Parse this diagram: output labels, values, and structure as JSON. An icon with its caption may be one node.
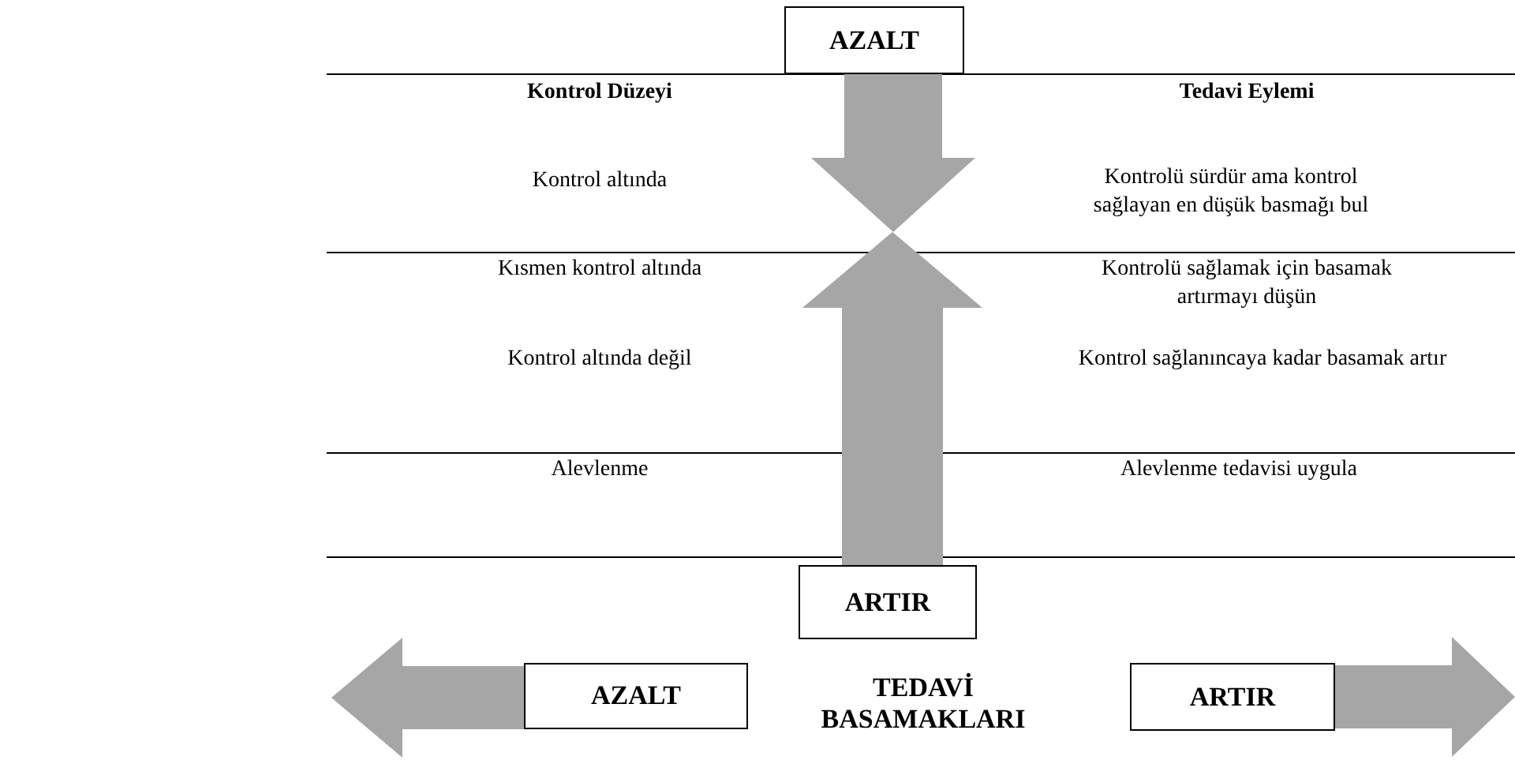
{
  "diagram": {
    "nodes": [
      {
        "text": [
          "AZALT"
        ]
      },
      {
        "text": [
          "ARTIR"
        ]
      },
      {
        "text": [
          "AZALT"
        ]
      },
      {
        "text": [
          "TEDAVİ BASAMAKLARI"
        ]
      },
      {
        "text": [
          "ARTIR"
        ]
      }
    ],
    "edges": [
      {
        "from": 0,
        "to": null,
        "arrow": "to",
        "style": "thick"
      },
      {
        "from": 1,
        "to": null,
        "arrow": "to",
        "style": "thick"
      },
      {
        "from": 2,
        "to": null,
        "arrow": "to",
        "style": "thick"
      },
      {
        "from": 4,
        "to": null,
        "arrow": "to",
        "style": "thick"
      }
    ],
    "labels": [
      "Kontrol Düzeyi",
      "Tedavi Eylemi",
      "Kontrol altında",
      "Kontrolü sürdür ama kontrol sağlayan en düşük basmağı bul",
      "Kısmen kontrol altında",
      "Kontrolü sağlamak için basamak artırmayı düşün",
      "Kontrol altında değil",
      "Kontrol sağlanıncaya kadar basamak artır",
      "Alevlenme",
      "Alevlenme tedavisi uygula"
    ]
  }
}
